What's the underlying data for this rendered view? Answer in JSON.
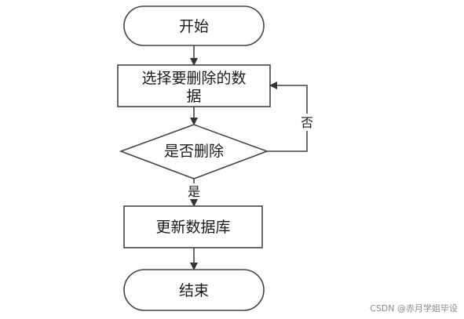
{
  "flowchart": {
    "start": "开始",
    "select_data_line1": "选择要删除的数",
    "select_data_line2": "据",
    "decision": "是否删除",
    "update_db": "更新数据库",
    "end": "结束",
    "label_no": "否",
    "label_yes": "是"
  },
  "watermark": "CSDN @赤月学姐毕设"
}
